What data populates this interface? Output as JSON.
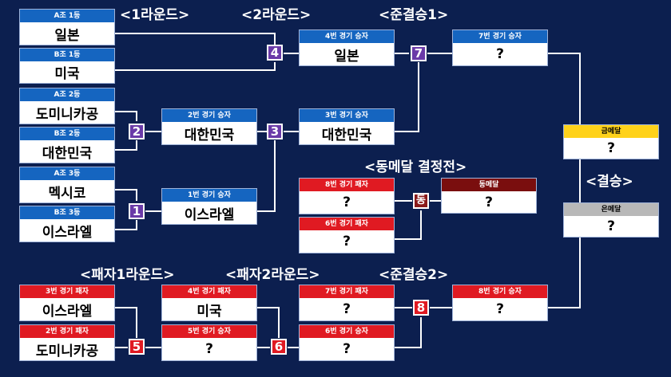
{
  "labels": {
    "r1": "<1라운드>",
    "r2": "<2라운드>",
    "semi1": "<준결승1>",
    "bronze_match": "<동메달 결정전>",
    "final": "<결승>",
    "loser_r1": "<패자1라운드>",
    "loser_r2": "<패자2라운드>",
    "semi2": "<준결승2>"
  },
  "boxes": {
    "a1": {
      "header": "A조 1등",
      "name": "일본"
    },
    "b1": {
      "header": "B조 1등",
      "name": "미국"
    },
    "a2": {
      "header": "A조 2등",
      "name": "도미니카공"
    },
    "b2": {
      "header": "B조 2등",
      "name": "대한민국"
    },
    "a3": {
      "header": "A조 3등",
      "name": "멕시코"
    },
    "b3": {
      "header": "B조 3등",
      "name": "이스라엘"
    },
    "w4": {
      "header": "4번 경기 승자",
      "name": "일본"
    },
    "w2": {
      "header": "2번 경기 승자",
      "name": "대한민국"
    },
    "w1": {
      "header": "1번 경기 승자",
      "name": "이스라엘"
    },
    "w3": {
      "header": "3번 경기 승자",
      "name": "대한민국"
    },
    "w7": {
      "header": "7번 경기 승자",
      "name": "?"
    },
    "gold": {
      "header": "금메달",
      "name": "?"
    },
    "silver": {
      "header": "은메달",
      "name": "?"
    },
    "l8": {
      "header": "8번 경기 패자",
      "name": "?"
    },
    "l6": {
      "header": "6번 경기 패자",
      "name": "?"
    },
    "bronze": {
      "header": "동메달",
      "name": "?"
    },
    "l3": {
      "header": "3번 경기 패자",
      "name": "이스라엘"
    },
    "l2": {
      "header": "2번 경기 패자",
      "name": "도미니카공"
    },
    "l4": {
      "header": "4번 경기 패자",
      "name": "미국"
    },
    "w5": {
      "header": "5번 경기 승자",
      "name": "?"
    },
    "l7": {
      "header": "7번 경기 패자",
      "name": "?"
    },
    "w6": {
      "header": "6번 경기 승자",
      "name": "?"
    },
    "w8": {
      "header": "8번 경기 승자",
      "name": "?"
    }
  },
  "badges": {
    "g1": "1",
    "g2": "2",
    "g3": "3",
    "g4": "4",
    "g5": "5",
    "g6": "6",
    "g7": "7",
    "g8": "8",
    "bronze": "동"
  },
  "colors": {
    "background": "#0c1f4f",
    "winner_header": "#1565c0",
    "loser_header": "#e01a22",
    "bronze_header": "#7a0e0e",
    "gold_header": "#ffd21a",
    "silver_header": "#b8b8b8",
    "winner_badge": "#6a3aa8",
    "loser_badge": "#e01a22"
  }
}
